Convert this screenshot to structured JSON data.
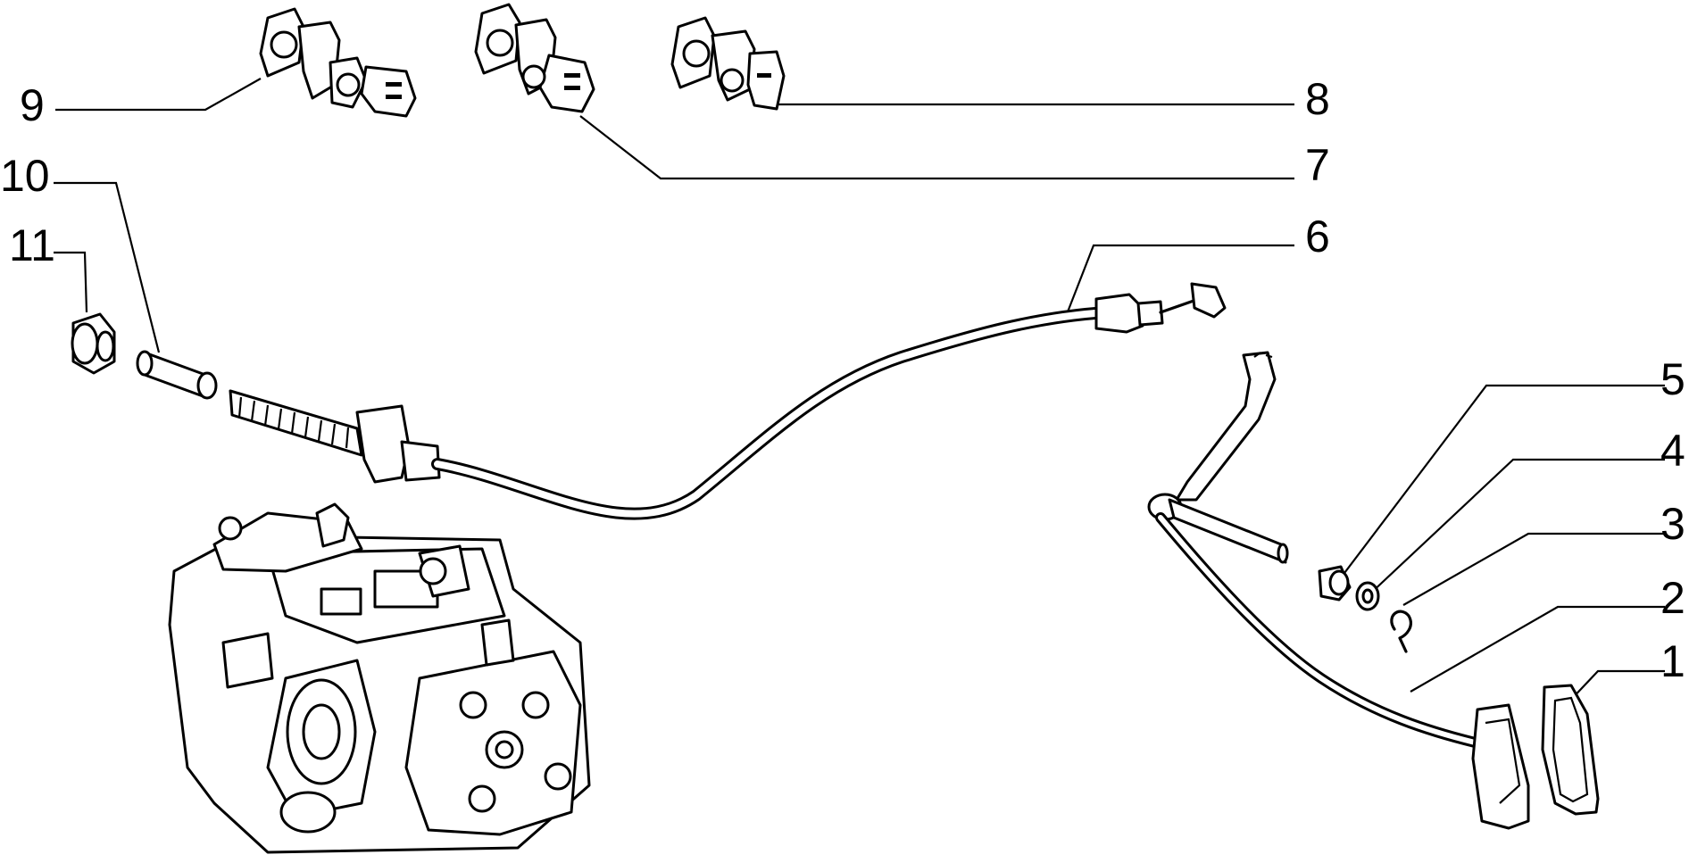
{
  "diagram": {
    "callouts": [
      {
        "id": "c1",
        "label": "1"
      },
      {
        "id": "c2",
        "label": "2"
      },
      {
        "id": "c3",
        "label": "3"
      },
      {
        "id": "c4",
        "label": "4"
      },
      {
        "id": "c5",
        "label": "5"
      },
      {
        "id": "c6",
        "label": "6"
      },
      {
        "id": "c7",
        "label": "7"
      },
      {
        "id": "c8",
        "label": "8"
      },
      {
        "id": "c9",
        "label": "9"
      },
      {
        "id": "c10",
        "label": "10"
      },
      {
        "id": "c11",
        "label": "11"
      }
    ],
    "colors": {
      "ink": "#000000",
      "paper": "#ffffff"
    }
  }
}
